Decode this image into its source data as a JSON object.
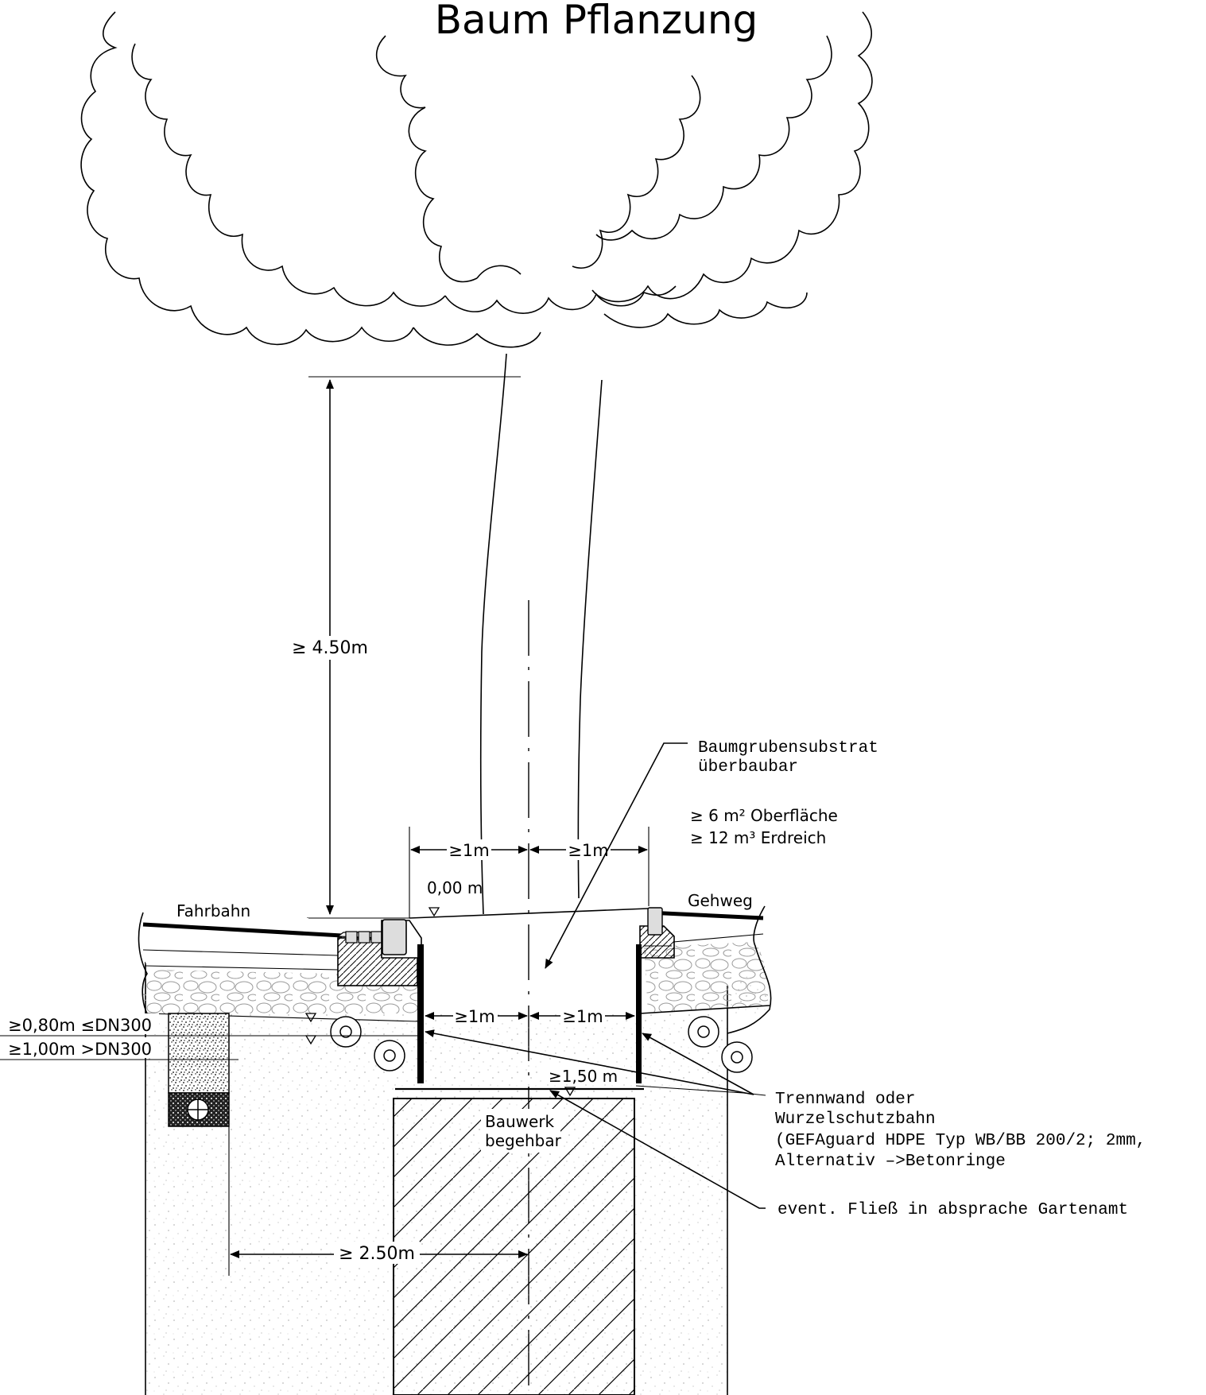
{
  "title": "Baum Pflanzung",
  "dimensions": {
    "clearance_height": "≥ 4.50m",
    "top_left_width": "≥1m",
    "top_right_width": "≥1m",
    "level_zero": "0,00 m",
    "mid_left_width": "≥1m",
    "mid_right_width": "≥1m",
    "depth_min": "≥1,50 m",
    "pipe_cover_small": "≥0,80m ≤DN300",
    "pipe_cover_large": "≥1,00m >DN300",
    "horizontal_distance": "≥ 2.50m"
  },
  "labels": {
    "road": "Fahrbahn",
    "sidewalk": "Gehweg",
    "structure_line1": "Bauwerk",
    "structure_line2": "begehbar"
  },
  "callouts": {
    "substrate_line1": "Baumgrubensubstrat",
    "substrate_line2": "überbaubar",
    "surface": "≥ 6 m² Oberfläche",
    "soil_volume": "≥ 12 m³ Erdreich",
    "barrier_line1": "Trennwand oder",
    "barrier_line2": "Wurzelschutzbahn",
    "barrier_line3": "(GEFAguard HDPE Typ WB/BB 200/2; 2mm,",
    "barrier_line4": "Alternativ –>Betonringe",
    "fleece": "event. Fließ in absprache Gartenamt"
  }
}
